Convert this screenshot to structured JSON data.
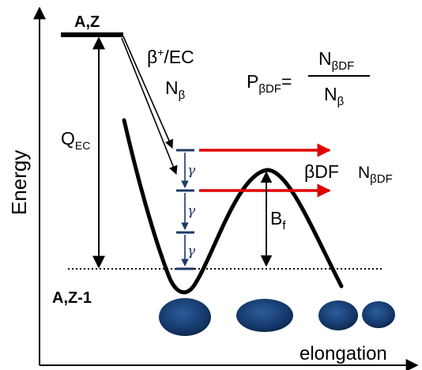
{
  "nucleus_parent": "A,Z",
  "nucleus_daughter": "A,Z-1",
  "decay_mode": {
    "symbol": "β",
    "superscript": "+",
    "suffix": "/EC"
  },
  "n_beta": {
    "base": "N",
    "sub": "β"
  },
  "q_ec": {
    "base": "Q",
    "sub": "EC"
  },
  "probability": {
    "lhs_base": "P",
    "lhs_sub": "βDF",
    "num_base": "N",
    "num_sub": "βDF",
    "den_base": "N",
    "den_sub": "β"
  },
  "gamma_labels": [
    "γ",
    "γ",
    "γ"
  ],
  "fission_label": "βDF",
  "n_bdf": {
    "base": "N",
    "sub": "βDF"
  },
  "barrier": {
    "base": "B",
    "sub": "f"
  },
  "axis_y_label": "Energy",
  "axis_x_label": "elongation",
  "colors": {
    "fission_arrow": "#e00000",
    "levels": "#1f3864",
    "nucleus_fill": "#1f4e8c",
    "nucleus_dark": "#0b2545"
  }
}
